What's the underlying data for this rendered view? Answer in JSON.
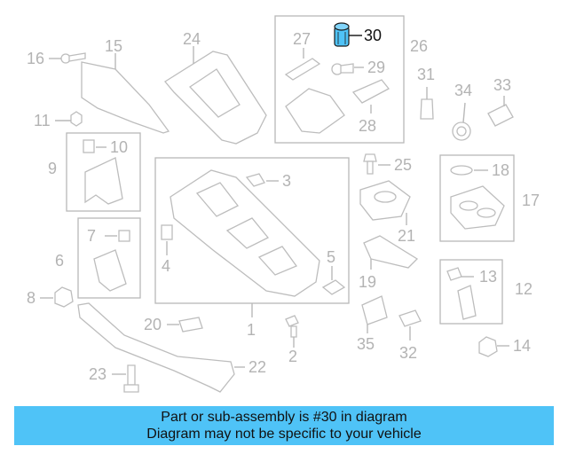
{
  "diagram": {
    "highlight_color": "#4fc3f7",
    "callouts": {
      "c1": "1",
      "c2": "2",
      "c3": "3",
      "c4": "4",
      "c5": "5",
      "c6": "6",
      "c7": "7",
      "c8": "8",
      "c9": "9",
      "c10": "10",
      "c11": "11",
      "c12": "12",
      "c13": "13",
      "c14": "14",
      "c15": "15",
      "c16": "16",
      "c17": "17",
      "c18": "18",
      "c19": "19",
      "c20": "20",
      "c21": "21",
      "c22": "22",
      "c23": "23",
      "c24": "24",
      "c25": "25",
      "c26": "26",
      "c27": "27",
      "c28": "28",
      "c29": "29",
      "c30": "30",
      "c31": "31",
      "c32": "32",
      "c33": "33",
      "c34": "34",
      "c35": "35"
    }
  },
  "banner": {
    "line1": "Part or sub-assembly is #30 in diagram",
    "line2": "Diagram may not be specific to your vehicle"
  }
}
